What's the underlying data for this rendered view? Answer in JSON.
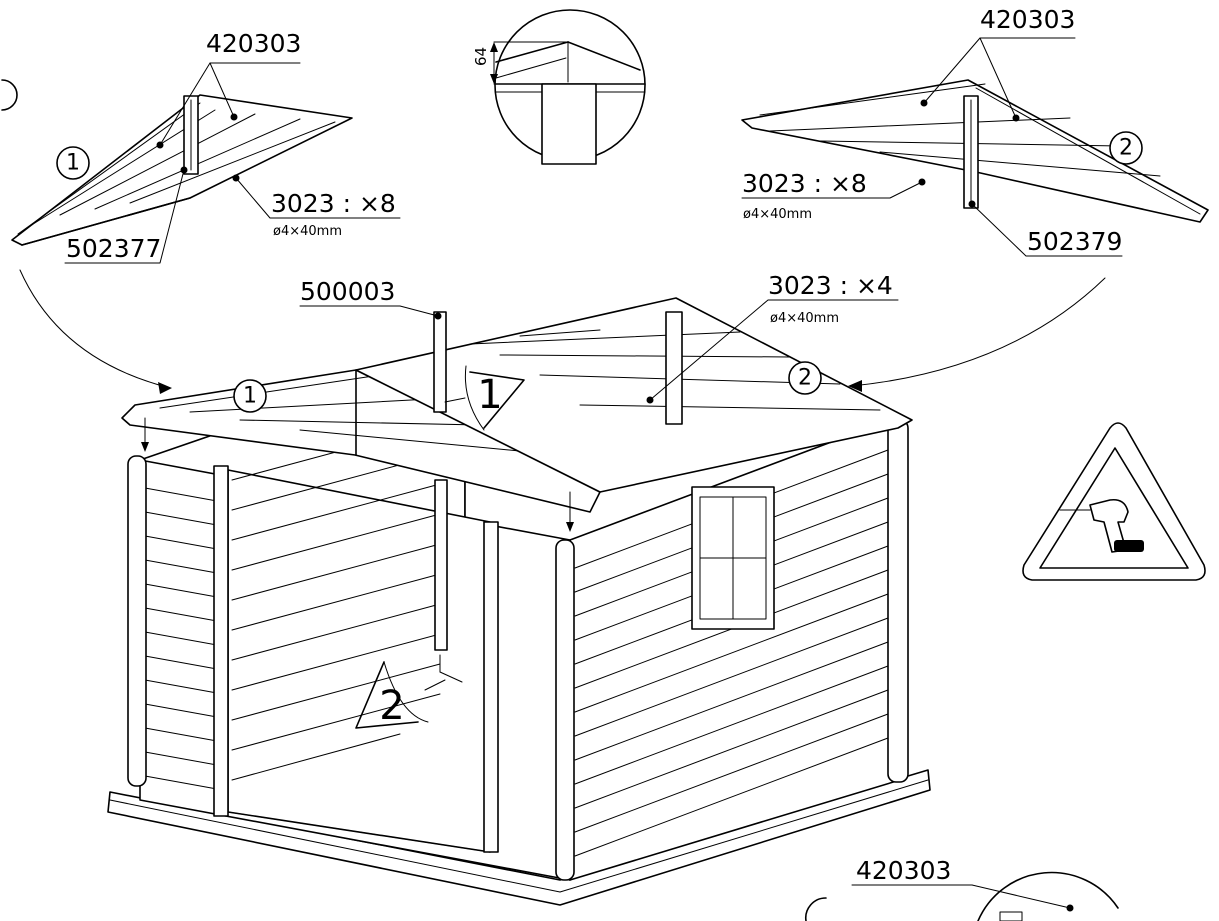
{
  "parts": {
    "roof_panel": "420303",
    "rafter_left": "502377",
    "rafter_right": "502379",
    "ridge_post": "500003"
  },
  "screws": {
    "left": {
      "code": "3023 : ×8",
      "size": "ø4×40mm"
    },
    "right": {
      "code": "3023 : ×8",
      "size": "ø4×40mm"
    },
    "center": {
      "code": "3023 : ×4",
      "size": "ø4×40mm"
    }
  },
  "step_markers": {
    "one": "1",
    "two": "2"
  },
  "detail": {
    "dimension": "64"
  },
  "icons": [
    "drill-warning-icon",
    "roof-panel-icon",
    "log-cabin-icon"
  ]
}
